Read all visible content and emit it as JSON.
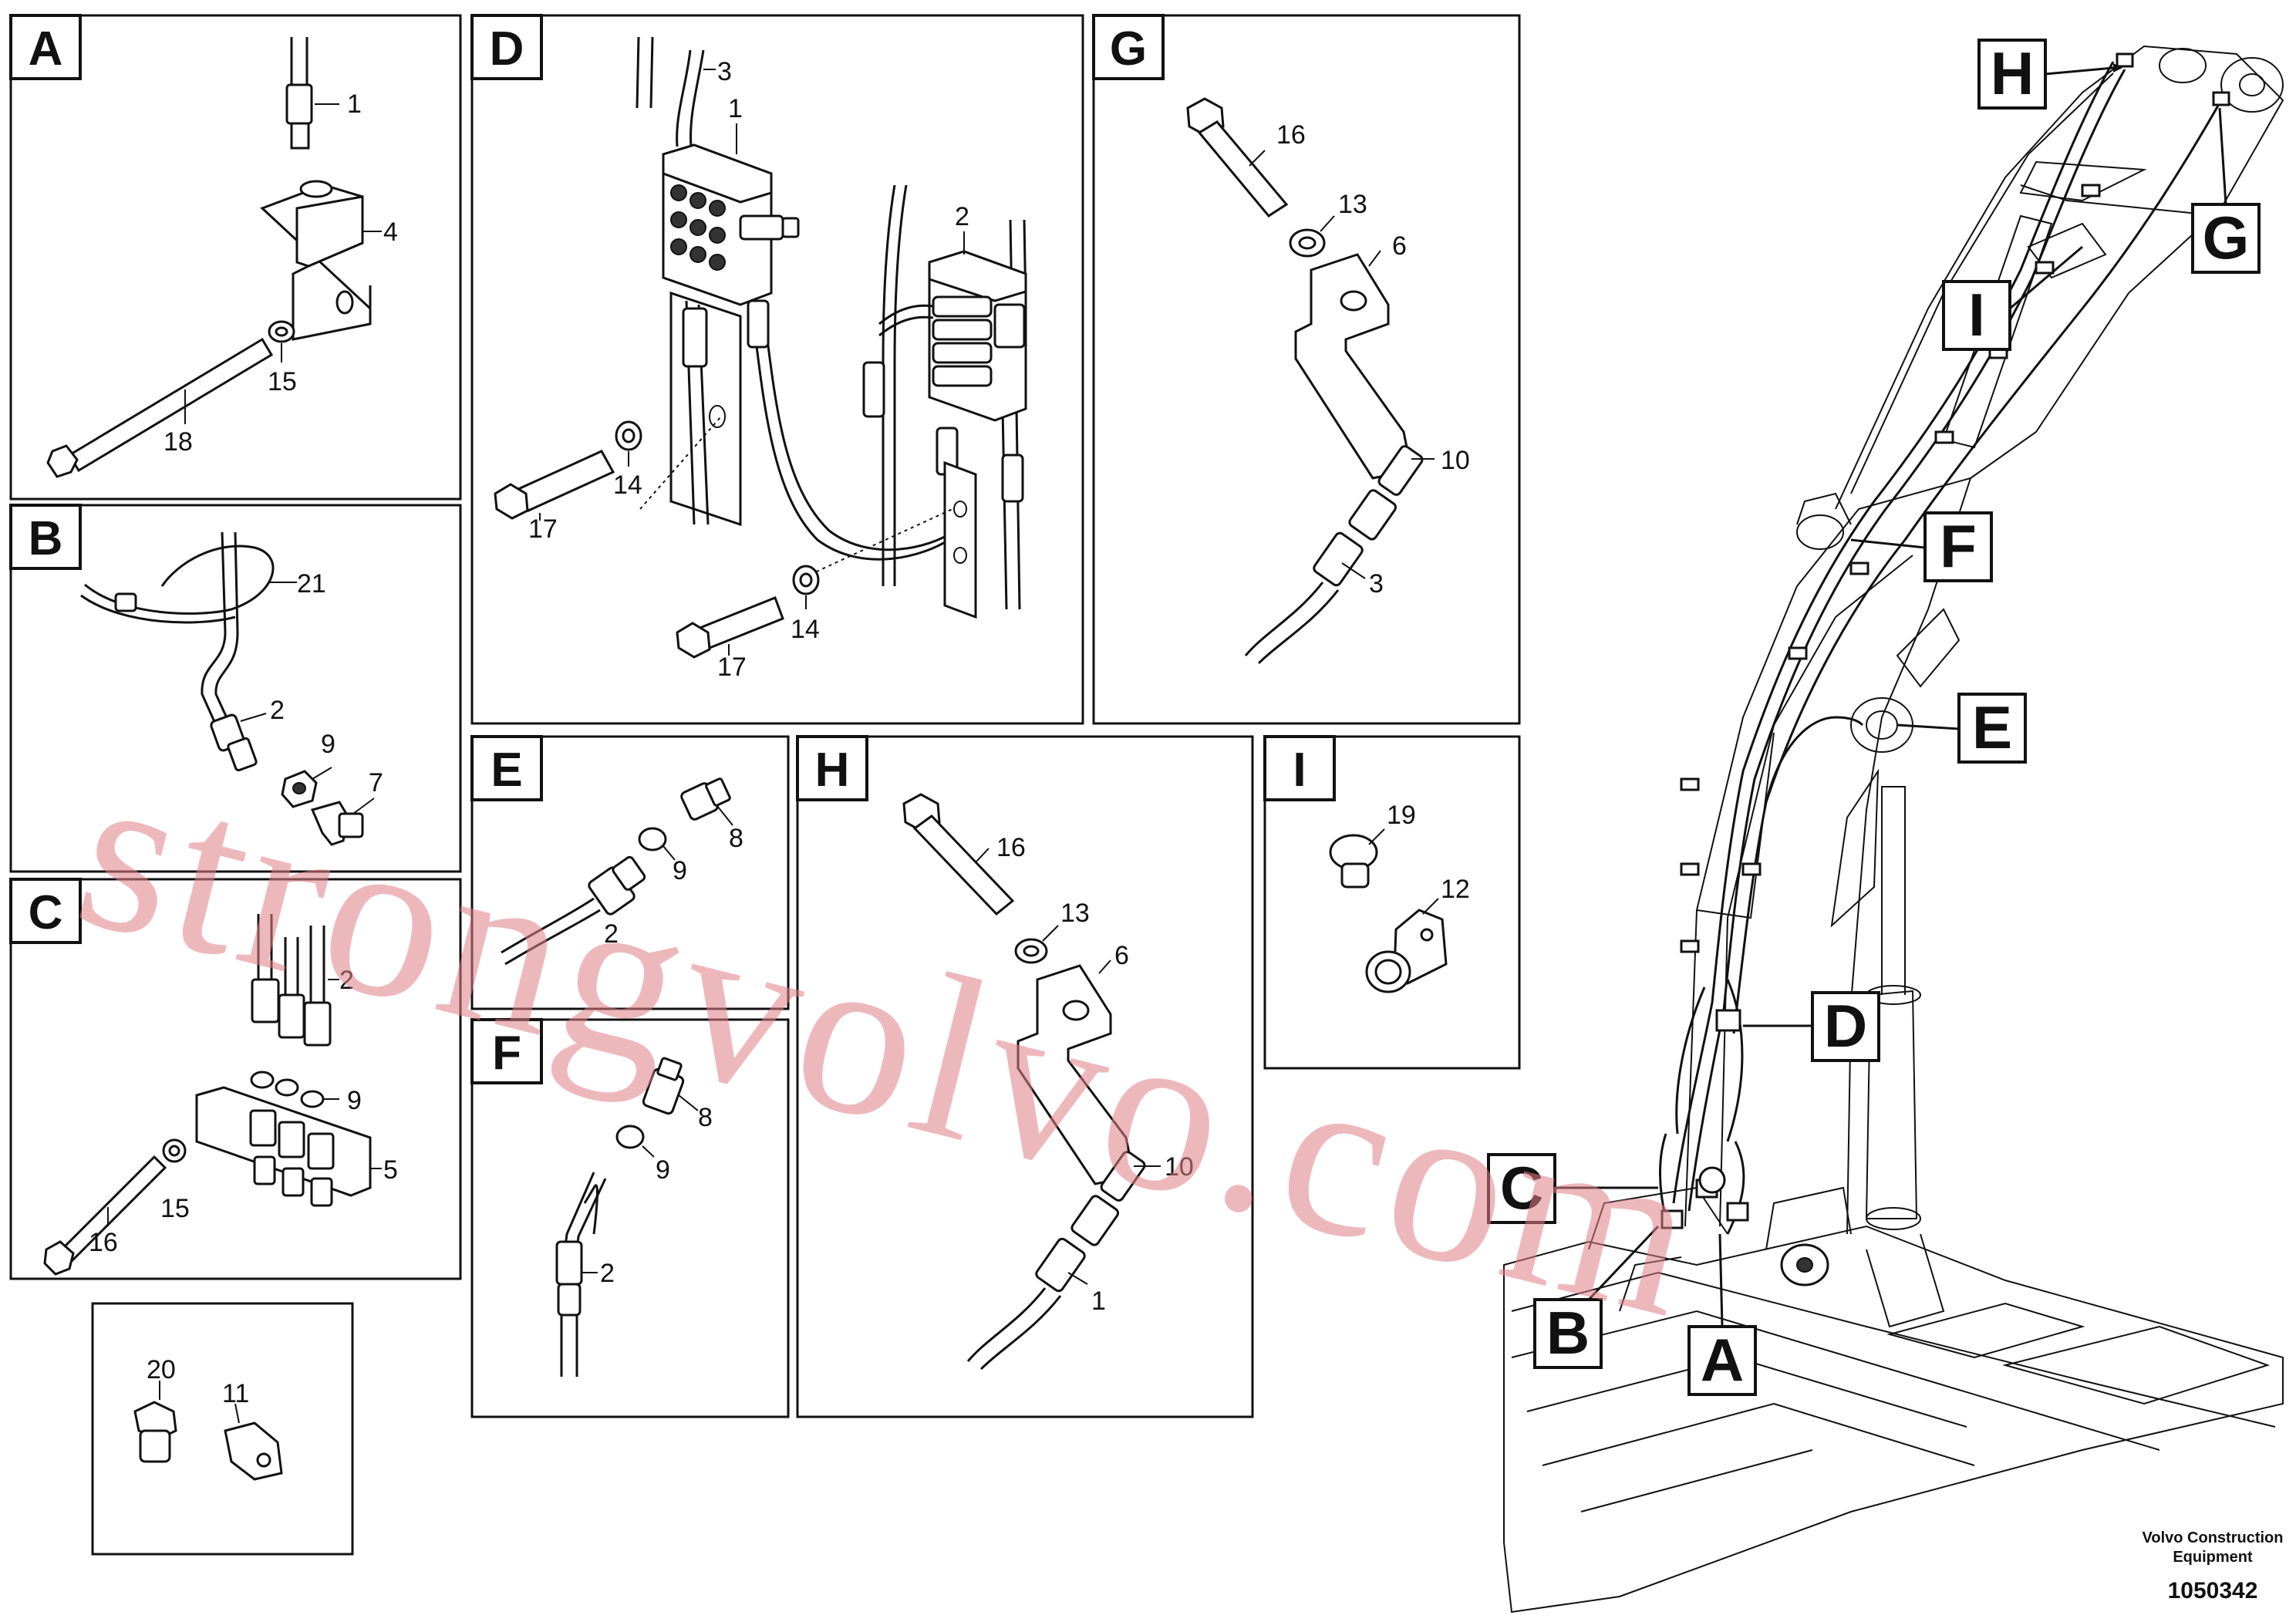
{
  "panels": {
    "A": {
      "letter": "A",
      "callouts": [
        "1",
        "4",
        "15",
        "18"
      ]
    },
    "B": {
      "letter": "B",
      "callouts": [
        "21",
        "2",
        "9",
        "7"
      ]
    },
    "C": {
      "letter": "C",
      "callouts": [
        "2",
        "9",
        "5",
        "15",
        "16"
      ]
    },
    "D": {
      "letter": "D",
      "callouts": [
        "3",
        "1",
        "2",
        "14",
        "17",
        "14",
        "17"
      ]
    },
    "G": {
      "letter": "G",
      "callouts": [
        "16",
        "13",
        "6",
        "10",
        "3"
      ]
    },
    "E": {
      "letter": "E",
      "callouts": [
        "8",
        "9",
        "2"
      ]
    },
    "F": {
      "letter": "F",
      "callouts": [
        "8",
        "9",
        "2"
      ]
    },
    "H": {
      "letter": "H",
      "callouts": [
        "16",
        "13",
        "6",
        "10",
        "1"
      ]
    },
    "I": {
      "letter": "I",
      "callouts": [
        "19",
        "12"
      ]
    },
    "loose": {
      "callouts": [
        "20",
        "11"
      ]
    }
  },
  "overview_labels": [
    "H",
    "G",
    "I",
    "F",
    "E",
    "D",
    "C",
    "B",
    "A"
  ],
  "footer": {
    "company_line1": "Volvo Construction",
    "company_line2": "Equipment",
    "drawing_number": "1050342"
  },
  "watermark": "strongvolvo.com"
}
